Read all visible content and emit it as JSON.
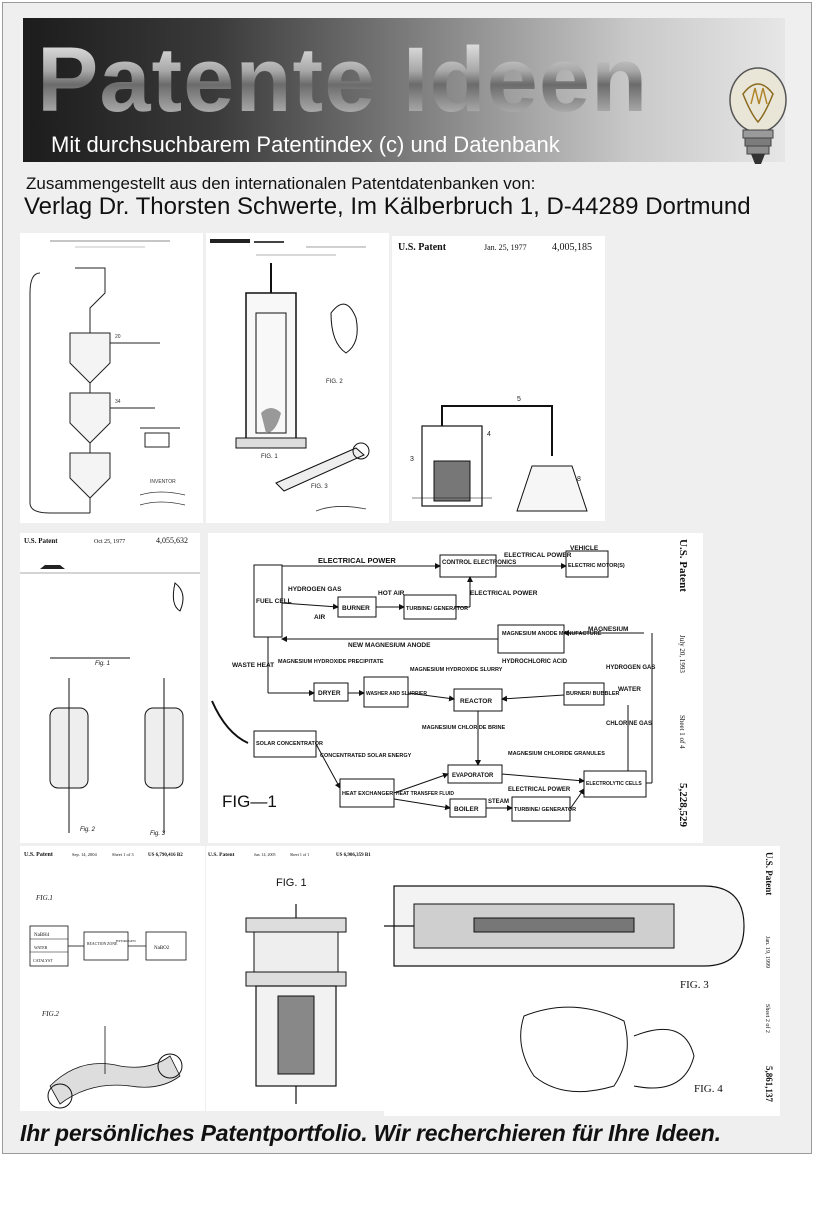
{
  "banner": {
    "title": "Patente Ideen",
    "subtitle": "Mit durchsuchbarem Patentindex (c) und Datenbank"
  },
  "intro": {
    "compiled_from": "Zusammengestellt aus den internationalen Patentdatenbanken von:",
    "publisher": "Verlag Dr. Thorsten Schwerte, Im Kälberbruch 1, D-44289 Dortmund"
  },
  "panels": {
    "p3": {
      "header": "U.S. Patent",
      "date": "Jan. 25, 1977",
      "number": "4,005,185"
    },
    "p4": {
      "header": "U.S. Patent",
      "date": "Oct 25, 1977",
      "number": "4,055,632",
      "fig_a": "Fig. 1",
      "fig_b": "Fig. 2",
      "fig_c": "Fig. 3"
    },
    "p5": {
      "side_header": "U.S. Patent",
      "side_date": "July 20, 1993",
      "side_sheet": "Sheet 1 of 4",
      "side_number": "5,228,529",
      "fig": "FIG—1",
      "labels": {
        "electrical_power_top": "ELECTRICAL POWER",
        "control_electronics": "CONTROL ELECTRONICS",
        "electrical_power_2": "ELECTRICAL POWER",
        "vehicle": "VEHICLE",
        "electric_motor": "ELECTRIC MOTOR(S)",
        "hydrogen_gas": "HYDROGEN GAS",
        "fuel_cell": "FUEL CELL",
        "air": "AIR",
        "burner": "BURNER",
        "hot_air": "HOT AIR",
        "turbine_generator": "TURBINE/ GENERATOR",
        "electrical_power_3": "ELECTRICAL POWER",
        "magnesium_anode": "MAGNESIUM ANODE MANUFACTURE",
        "magnesium": "MAGNESIUM",
        "new_anode": "NEW MAGNESIUM ANODE",
        "waste_heat": "WASTE HEAT",
        "mg_hydroxide_precipitate": "MAGNESIUM HYDROXIDE PRECIPITATE",
        "dryer": "DRYER",
        "washer": "WASHER AND SLURRIER",
        "mg_hydroxide_slurry": "MAGNESIUM HYDROXIDE SLURRY",
        "hydrochloric_acid": "HYDROCHLORIC ACID",
        "hydrogen_gas_2": "HYDROGEN GAS",
        "burner_bubbler": "BURNER/ BUBBLER",
        "water": "WATER",
        "reactor": "REACTOR",
        "mg_chloride_brine": "MAGNESIUM CHLORIDE BRINE",
        "chlorine_gas": "CHLORINE GAS",
        "solar_concentrator": "SOLAR CONCENTRATOR",
        "concentrated_solar": "CONCENTRATED SOLAR ENERGY",
        "mg_chloride_granules": "MAGNESIUM CHLORIDE GRANULES",
        "evaporator": "EVAPORATOR",
        "heat_exchanger": "HEAT EXCHANGER",
        "heat_transfer_fluid": "HEAT TRANSFER FLUID",
        "electrical_power_4": "ELECTRICAL POWER",
        "electrolytic_cells": "ELECTROLYTIC CELLS",
        "boiler": "BOILER",
        "steam": "STEAM",
        "turbine_generator_2": "TURBINE/ GENERATOR"
      }
    },
    "p6": {
      "header": "U.S. Patent",
      "date": "Sep. 14, 2004",
      "sheet": "Sheet 1 of 3",
      "number": "US 6,790,416 B2",
      "fig1": "FIG.1",
      "fig2": "FIG.2",
      "box_a1": "NaBH4",
      "box_a2": "WATER",
      "box_a3": "CATALYST",
      "box_b": "REACTION ZONE",
      "arrow_label": "HYDROGEN",
      "box_c": "NaBO2"
    },
    "p7": {
      "header": "U.S. Patent",
      "date": "Jun. 14, 2005",
      "sheet": "Sheet 1 of 1",
      "number": "US 6,906,359 B1",
      "fig": "FIG. 1"
    },
    "p8": {
      "side_header": "U.S. Patent",
      "side_date": "Jan. 19, 1999",
      "side_sheet": "Sheet 2 of 2",
      "side_number": "5,861,137",
      "fig3": "FIG. 3",
      "fig4": "FIG. 4"
    }
  },
  "footer": "Ihr persönliches Patentportfolio. Wir recherchieren für Ihre Ideen."
}
